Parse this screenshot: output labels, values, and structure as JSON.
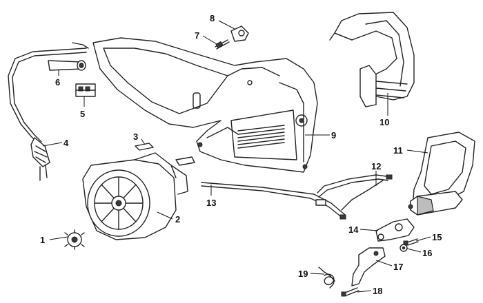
{
  "callouts": [
    {
      "num": "1"
    },
    {
      "num": "2"
    },
    {
      "num": "3"
    },
    {
      "num": "4"
    },
    {
      "num": "5"
    },
    {
      "num": "6"
    },
    {
      "num": "7"
    },
    {
      "num": "8"
    },
    {
      "num": "9"
    },
    {
      "num": "10"
    },
    {
      "num": "11"
    },
    {
      "num": "12"
    },
    {
      "num": "13"
    },
    {
      "num": "14"
    },
    {
      "num": "15"
    },
    {
      "num": "16"
    },
    {
      "num": "17"
    },
    {
      "num": "18"
    },
    {
      "num": "19"
    }
  ]
}
